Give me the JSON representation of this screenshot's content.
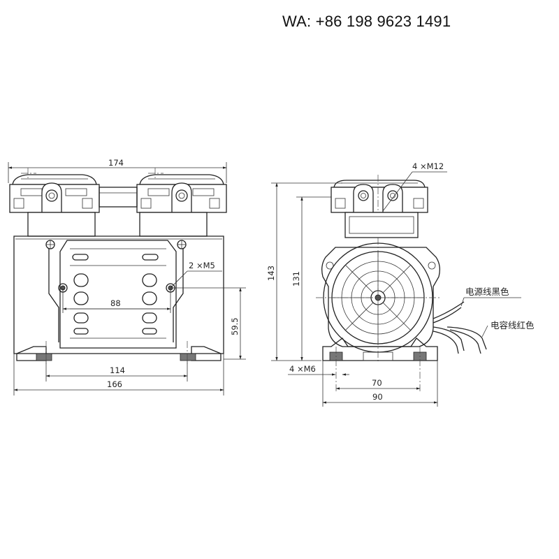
{
  "contact": {
    "text": "WA: +86 198 9623 1491"
  },
  "front_view": {
    "dims": {
      "overall_top": "174",
      "mount_bottom": "166",
      "base_holes": "114",
      "mid_holes": "88",
      "side_height": "59.5",
      "mount_screws": "2 ×M5"
    }
  },
  "side_view": {
    "dims": {
      "height_total": "143",
      "height_inner": "131",
      "thread_top": "4 ×M12",
      "base_screws": "4 ×M6",
      "base_width_inner": "70",
      "base_width_outer": "90"
    },
    "wires": {
      "power": "电源线黑色",
      "capacitor": "电容线红色"
    }
  }
}
